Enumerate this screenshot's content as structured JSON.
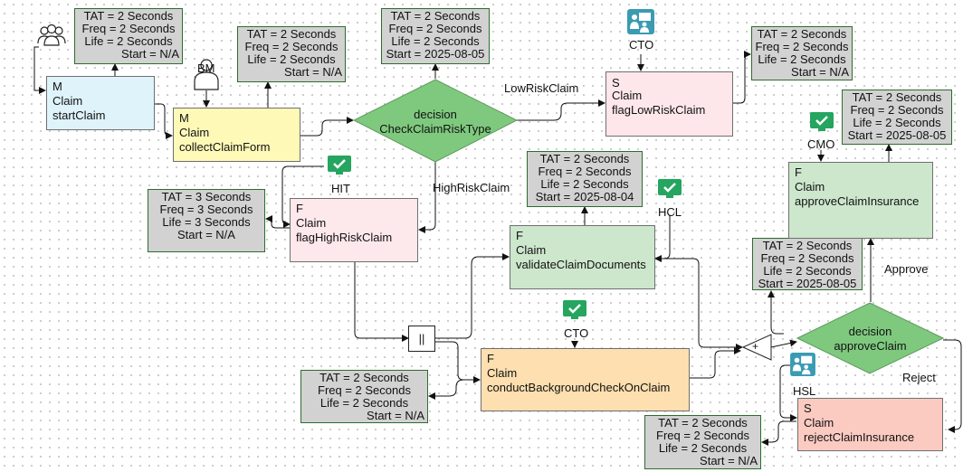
{
  "nodes": {
    "start_claim": {
      "type": "M",
      "entity": "Claim",
      "action": "startClaim"
    },
    "collect_form": {
      "type": "M",
      "entity": "Claim",
      "action": "collectClaimForm"
    },
    "flag_low": {
      "type": "S",
      "entity": "Claim",
      "action": "flagLowRiskClaim"
    },
    "flag_high": {
      "type": "F",
      "entity": "Claim",
      "action": "flagHighRiskClaim"
    },
    "validate_docs": {
      "type": "F",
      "entity": "Claim",
      "action": "validateClaimDocuments"
    },
    "background_check": {
      "type": "F",
      "entity": "Claim",
      "action": "conductBackgroundCheckOnClaim"
    },
    "approve_insurance": {
      "type": "F",
      "entity": "Claim",
      "action": "approveClaimInsurance"
    },
    "reject_insurance": {
      "type": "S",
      "entity": "Claim",
      "action": "rejectClaimInsurance"
    }
  },
  "decisions": {
    "risk": {
      "line1": "decision",
      "line2": "CheckClaimRiskType"
    },
    "approve": {
      "line1": "decision",
      "line2": "approveClaim"
    }
  },
  "meta": {
    "start_claim": {
      "tat": "TAT = 2 Seconds",
      "freq": "Freq = 2 Seconds",
      "life": "Life = 2 Seconds",
      "start": "Start = N/A"
    },
    "collect_form": {
      "tat": "TAT = 2 Seconds",
      "freq": "Freq = 2 Seconds",
      "life": "Life = 2 Seconds",
      "start": "Start = N/A"
    },
    "risk": {
      "tat": "TAT = 2 Seconds",
      "freq": "Freq = 2 Seconds",
      "life": "Life = 2 Seconds",
      "start": "Start = 2025-08-05"
    },
    "flag_low": {
      "tat": "TAT = 2 Seconds",
      "freq": "Freq = 2 Seconds",
      "life": "Life = 2 Seconds",
      "start": "Start = N/A"
    },
    "approve_insurance": {
      "tat": "TAT = 2 Seconds",
      "freq": "Freq = 2 Seconds",
      "life": "Life = 2 Seconds",
      "start": "Start = 2025-08-05"
    },
    "validate_docs": {
      "tat": "TAT = 2 Seconds",
      "freq": "Freq = 2 Seconds",
      "life": "Life = 2 Seconds",
      "start": "Start = 2025-08-04"
    },
    "flag_high": {
      "tat": "TAT = 3 Seconds",
      "freq": "Freq = 3 Seconds",
      "life": "Life = 3 Seconds",
      "start": "Start = N/A"
    },
    "approve_decision": {
      "tat": "TAT = 2 Seconds",
      "freq": "Freq = 2 Seconds",
      "life": "Life = 2 Seconds",
      "start": "Start = 2025-08-05"
    },
    "background_check": {
      "tat": "TAT = 2 Seconds",
      "freq": "Freq = 2 Seconds",
      "life": "Life = 2 Seconds",
      "start": "Start = N/A"
    },
    "reject_insurance": {
      "tat": "TAT = 2 Seconds",
      "freq": "Freq = 2 Seconds",
      "life": "Life = 2 Seconds",
      "start": "Start = N/A"
    }
  },
  "actors": {
    "bm": "BM",
    "cto_top": "CTO",
    "cmo": "CMO",
    "hit": "HIT",
    "hcl": "HCL",
    "cto_mid": "CTO",
    "hsl": "HSL"
  },
  "edge_labels": {
    "low_risk": "LowRiskClaim",
    "high_risk": "HighRiskClaim",
    "approve": "Approve",
    "reject": "Reject"
  },
  "gates": {
    "parallel": "||",
    "merge": "+"
  },
  "icons": {
    "start_actor": "group-users-icon",
    "bm_actor": "user-icon",
    "cto_top_actor": "team-monitor-icon",
    "cmo_actor": "monitor-check-icon",
    "hit_actor": "monitor-check-icon",
    "hcl_actor": "monitor-check-icon",
    "cto_mid_actor": "monitor-check-icon",
    "hsl_actor": "team-monitor-icon"
  },
  "colors": {
    "manual_blue": "#dff3fb",
    "manual_yellow": "#fff9b8",
    "service_pink": "#fde7ea",
    "function_pink": "#fde8ec",
    "function_green": "#cde7cd",
    "function_orange": "#fddfb0",
    "service_red": "#fbcbc2",
    "decision_green": "#7fc97f",
    "meta_grey": "#d2d2d2"
  }
}
